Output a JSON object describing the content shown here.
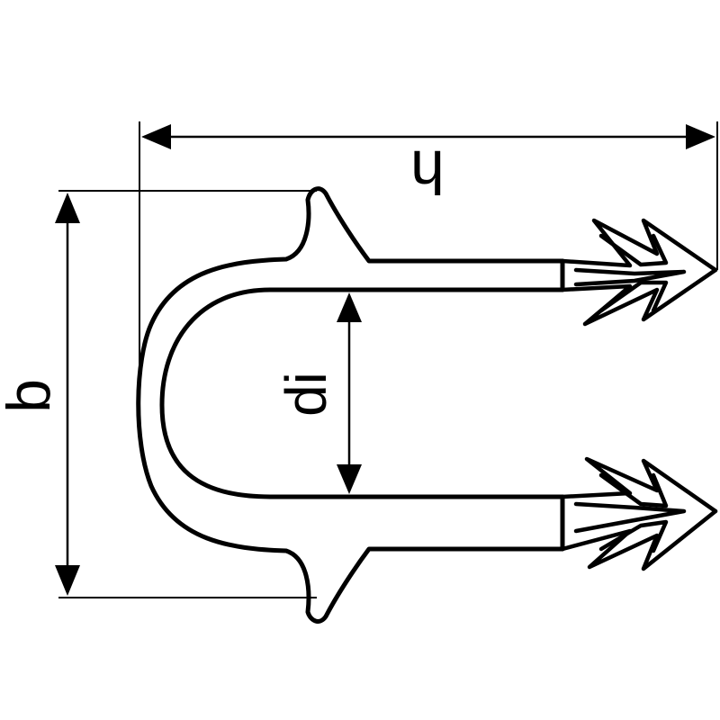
{
  "drawing": {
    "labels": {
      "width": "h",
      "height": "b",
      "inner_diameter": "di"
    },
    "colors": {
      "stroke": "#000000",
      "background": "#ffffff"
    }
  }
}
